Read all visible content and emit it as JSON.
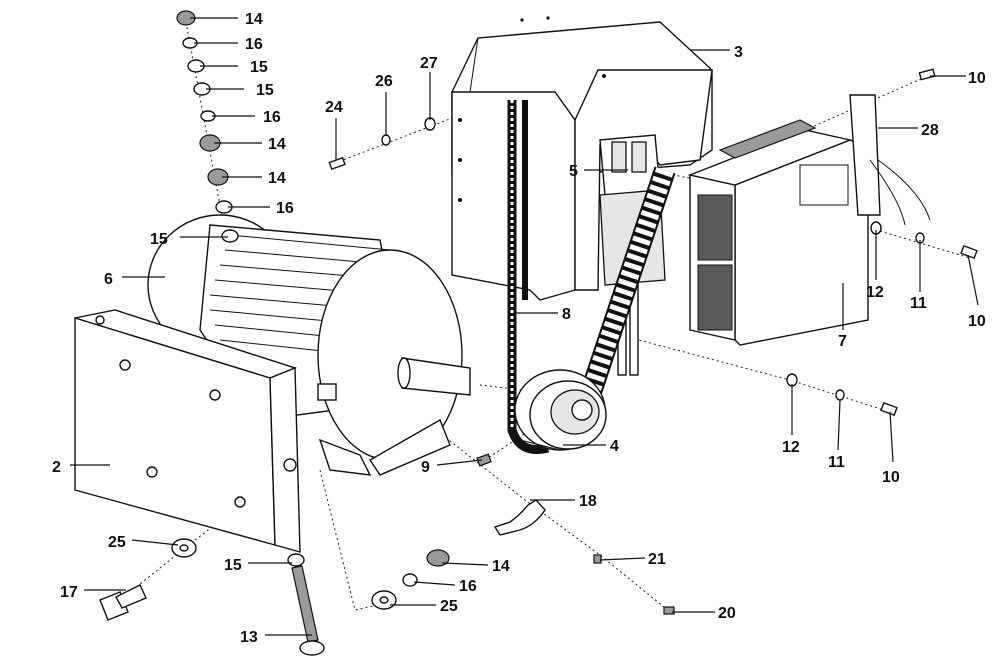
{
  "callouts": {
    "n14a": "14",
    "n16a": "16",
    "n15a": "15",
    "n15b": "15",
    "n16b": "16",
    "n14b": "14",
    "n14c": "14",
    "n16c": "16",
    "n15c": "15",
    "n6": "6",
    "n2": "2",
    "n25a": "25",
    "n17": "17",
    "n15d": "15",
    "n13": "13",
    "n24": "24",
    "n26": "26",
    "n27": "27",
    "n3": "3",
    "n5": "5",
    "n8": "8",
    "n4": "4",
    "n9": "9",
    "n18": "18",
    "n14d": "14",
    "n16d": "16",
    "n25b": "25",
    "n21": "21",
    "n20": "20",
    "n10a": "10",
    "n28": "28",
    "n12a": "12",
    "n11a": "11",
    "n10b": "10",
    "n7": "7",
    "n12b": "12",
    "n11b": "11",
    "n10c": "10"
  }
}
